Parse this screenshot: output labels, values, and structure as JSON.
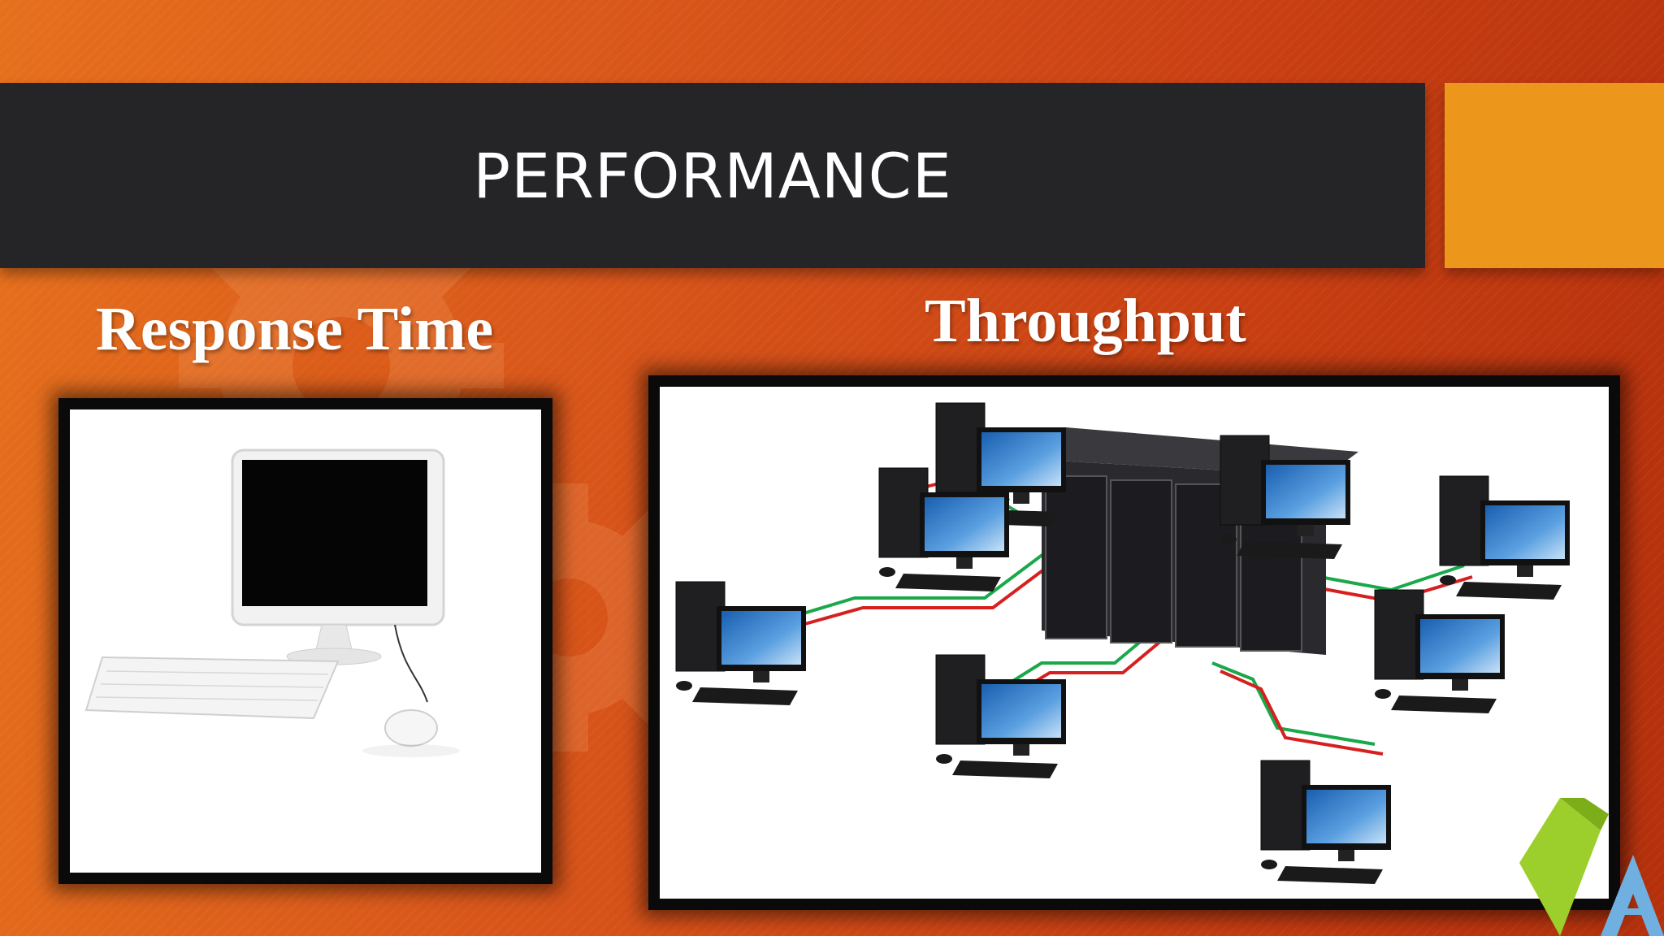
{
  "slide": {
    "title": "PERFORMANCE",
    "left_heading": "Response Time",
    "right_heading": "Throughput"
  },
  "colors": {
    "background_start": "#e5701c",
    "background_end": "#b5300c",
    "title_bar": "#252427",
    "accent_box": "#ec961c",
    "text": "#ffffff"
  },
  "images": {
    "left": "desktop-computer-illustration",
    "right": "server-network-illustration"
  },
  "icons": {
    "corner_logo": "book-a-logo-icon"
  }
}
